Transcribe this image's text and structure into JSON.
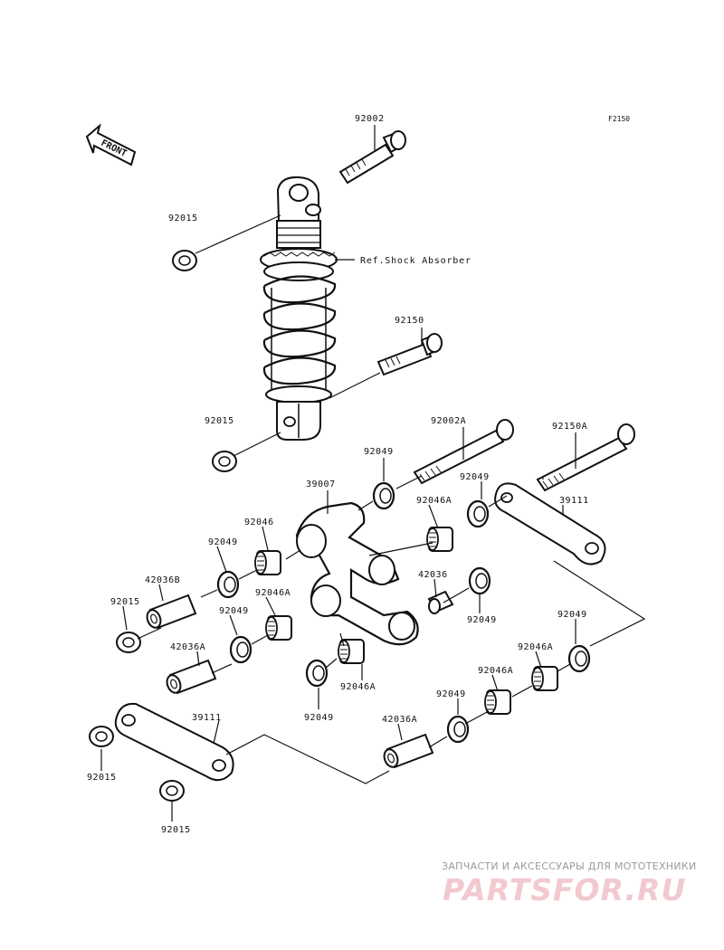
{
  "diagram": {
    "code": "F2150",
    "front_label": "FRONT",
    "ref_label": "Ref.Shock Absorber",
    "parts": [
      "92002",
      "92015",
      "92150",
      "92015",
      "92002A",
      "92150A",
      "92049",
      "39007",
      "92049",
      "92046A",
      "39111",
      "92046",
      "92049",
      "42036B",
      "92015",
      "92046A",
      "42036",
      "92049",
      "92049",
      "42036A",
      "92049",
      "92046A",
      "92046A",
      "92046A",
      "92049",
      "39111",
      "92049",
      "42036A",
      "92015",
      "92015"
    ]
  },
  "watermark": {
    "tagline": "ЗАПЧАСТИ И АКСЕССУАРЫ ДЛЯ МОТОТЕХНИКИ",
    "brand": "PARTSFOR.RU"
  }
}
